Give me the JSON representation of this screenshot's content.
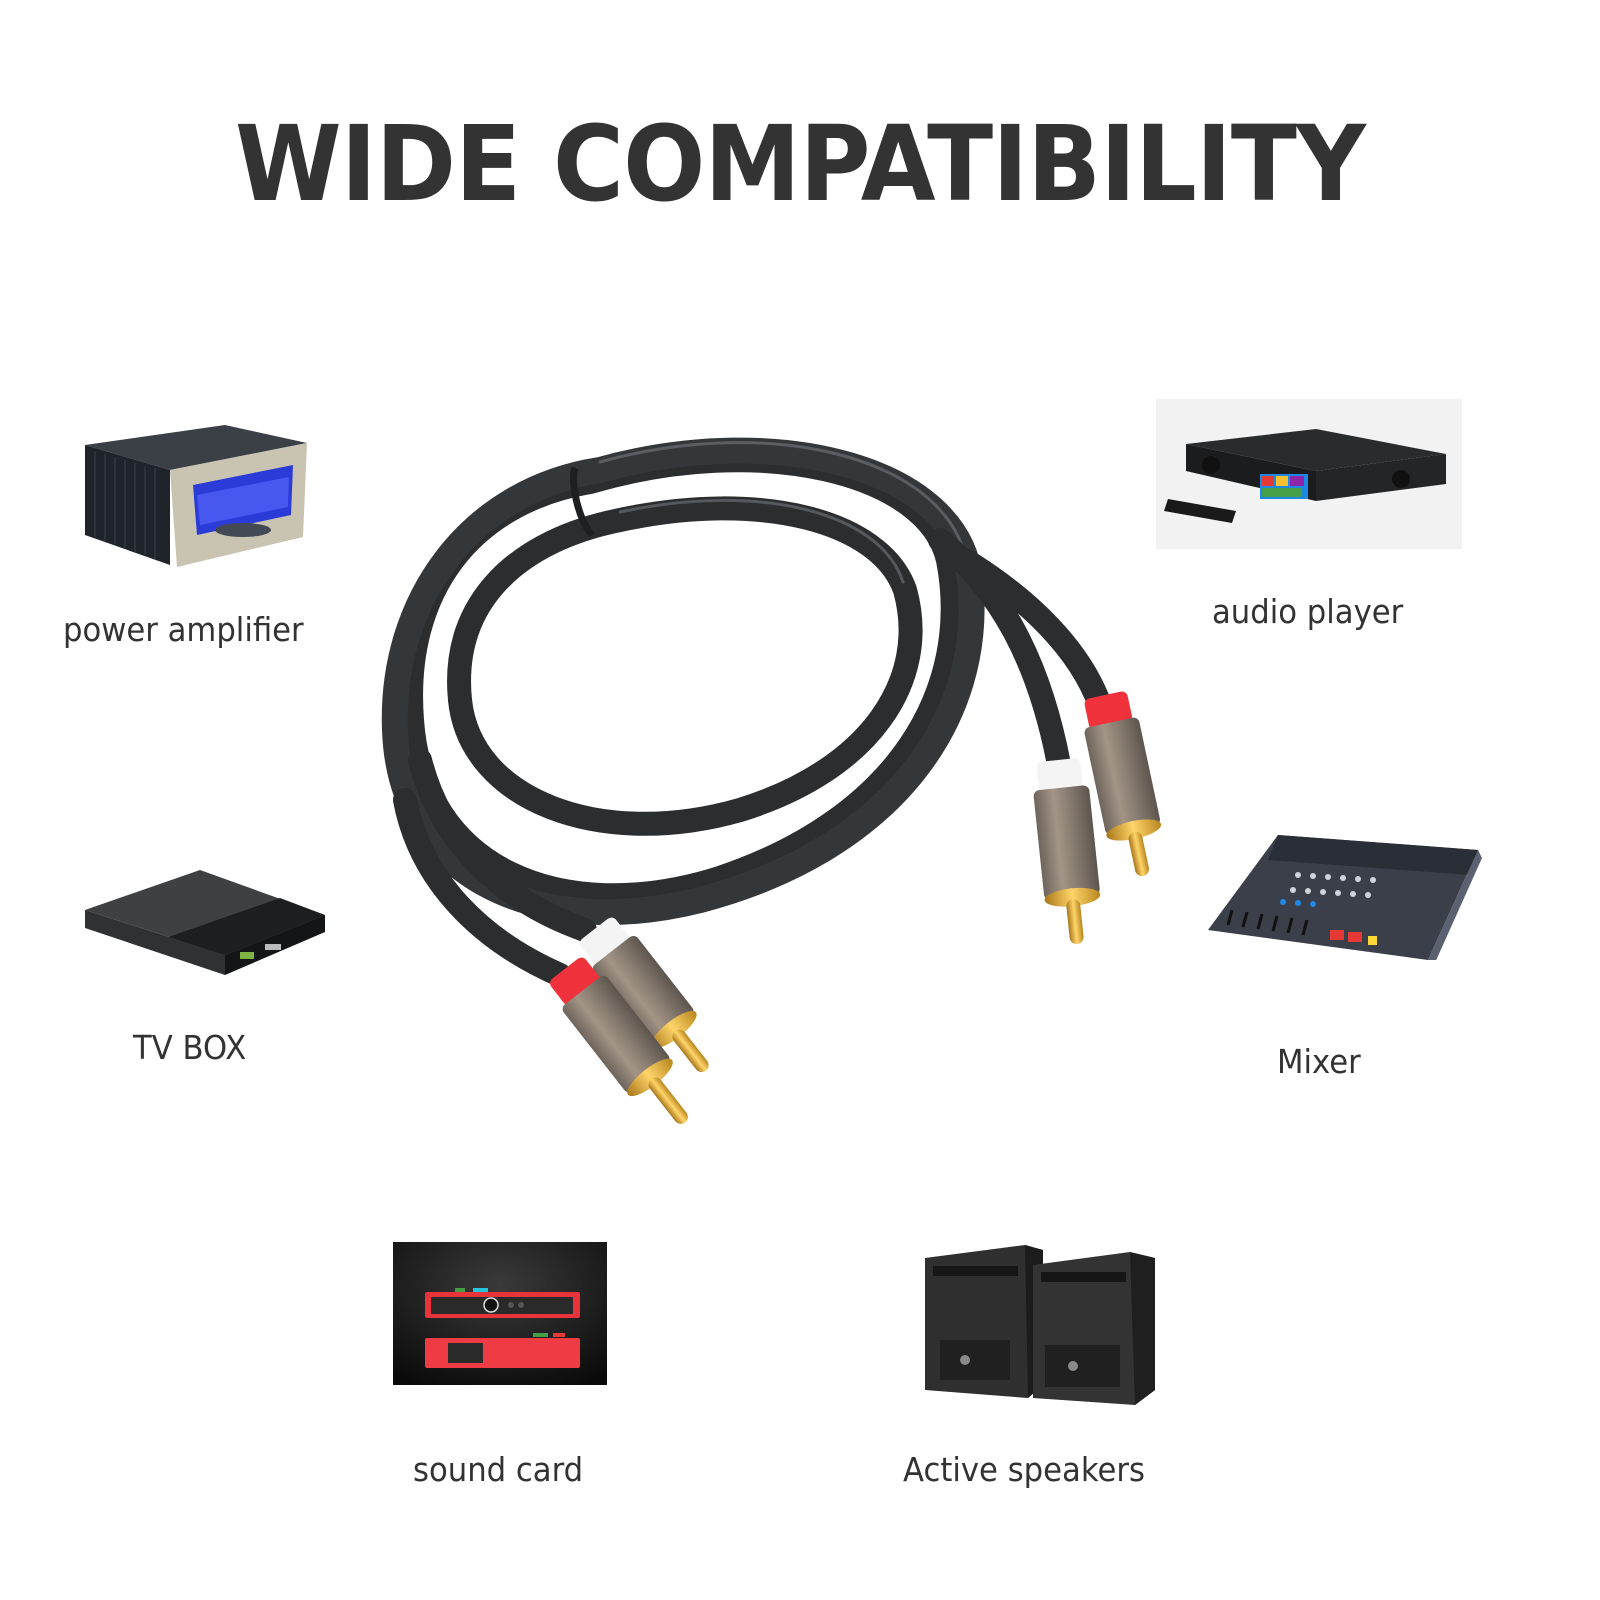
{
  "page": {
    "title": "WIDE COMPATIBILITY",
    "background": "#ffffff",
    "text_color": "#333333"
  },
  "devices": [
    {
      "id": "power-amplifier",
      "label": "power amplifier",
      "icon": "power-amplifier-icon",
      "position": "left-top"
    },
    {
      "id": "audio-player",
      "label": "audio player",
      "icon": "audio-player-icon",
      "position": "right-top"
    },
    {
      "id": "tv-box",
      "label": "TV BOX",
      "icon": "tv-box-icon",
      "position": "left-middle"
    },
    {
      "id": "mixer",
      "label": "Mixer",
      "icon": "mixer-icon",
      "position": "right-middle"
    },
    {
      "id": "sound-card",
      "label": "sound card",
      "icon": "sound-card-icon",
      "position": "bottom-left"
    },
    {
      "id": "active-speakers",
      "label": "Active speakers",
      "icon": "active-speakers-icon",
      "position": "bottom-right"
    }
  ],
  "product": {
    "name": "RCA audio cable",
    "icon": "rca-cable-icon",
    "colors": {
      "cable": "#2b2d2f",
      "connector_shell": "#8a7e72",
      "red_boot": "#f0323c",
      "white_boot": "#f4f4f4",
      "gold_pin": "#d9a520"
    }
  }
}
